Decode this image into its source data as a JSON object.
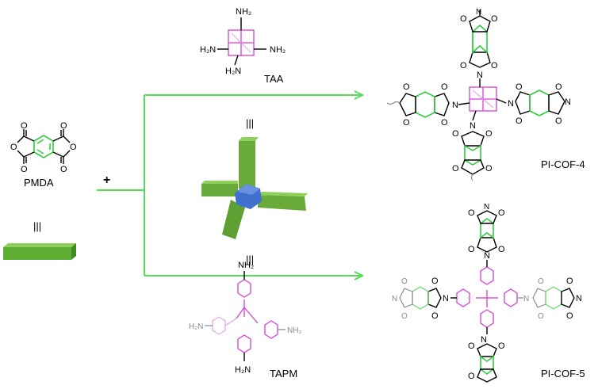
{
  "labels": {
    "taa": "TAA",
    "pmda": "PMDA",
    "tapm": "TAPM",
    "cof4": "PI-COF-4",
    "cof5": "PI-COF-5",
    "plus": "+",
    "equiv": "|||"
  },
  "atoms": {
    "nh2": "NH₂",
    "h2n": "H₂N",
    "o": "O",
    "n": "N"
  },
  "colors": {
    "green": "#2ecc40",
    "pink": "#d63fd6",
    "node_blue": "#3f6fcf",
    "rod_green": "#6aaa3a",
    "arrow": "#55dd55"
  }
}
